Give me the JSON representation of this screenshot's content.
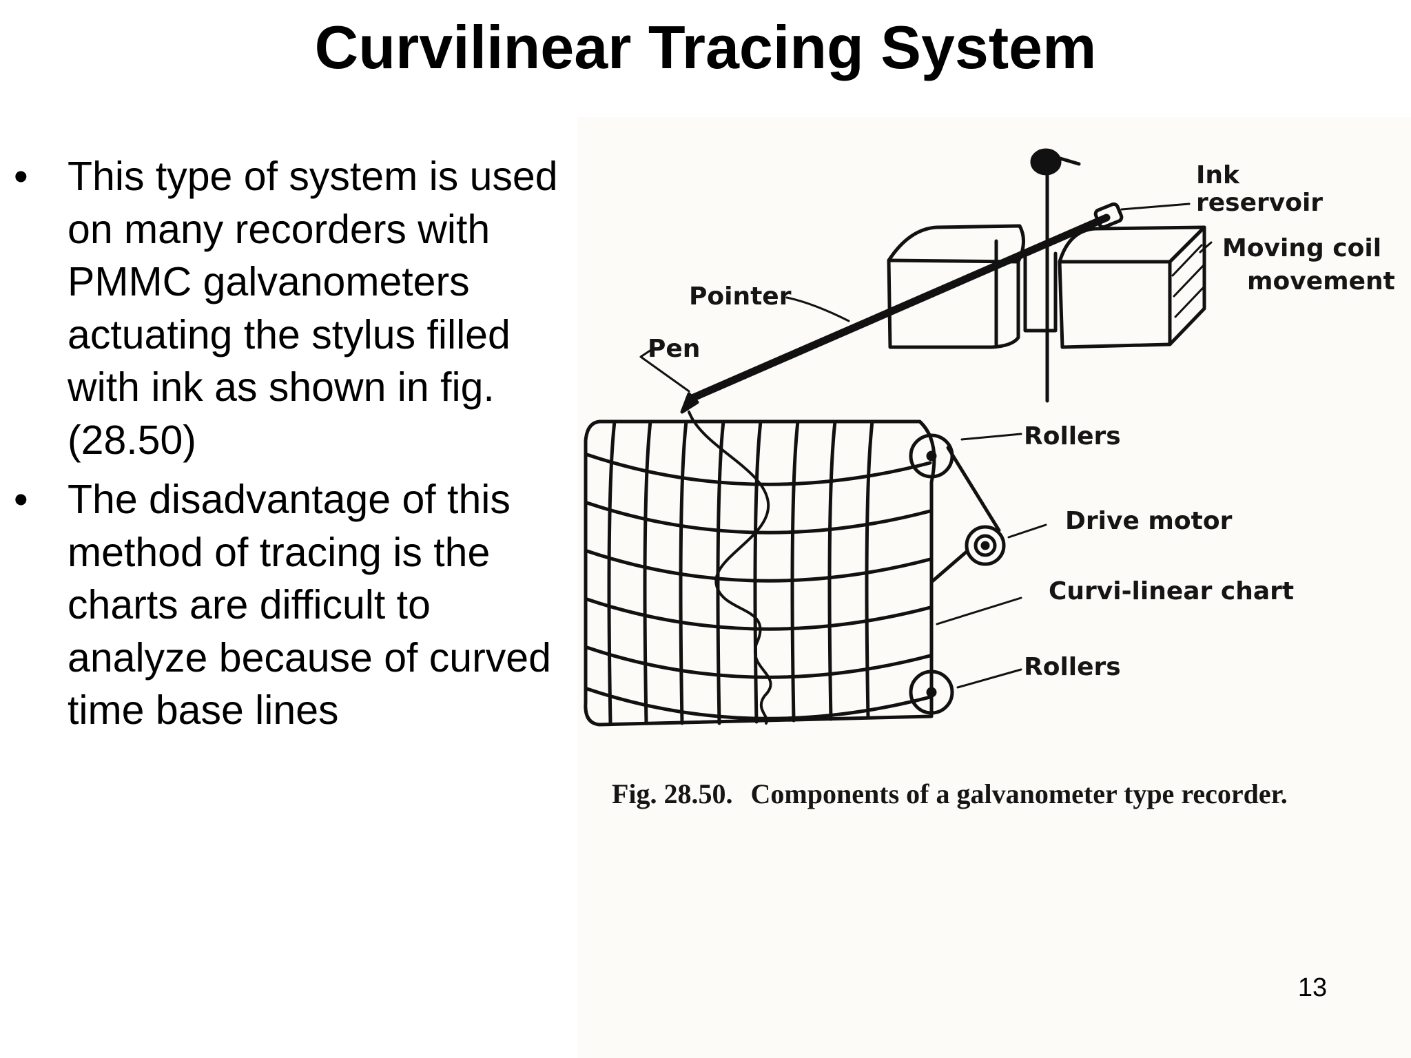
{
  "title": "Curvilinear Tracing System",
  "bullets": [
    "This type of system is used on many recorders with PMMC galvanometers actuating the stylus filled with ink as shown in fig. (28.50)",
    "The disadvantage of this method of tracing is the charts are difficult to analyze because of curved time base lines"
  ],
  "bullet_symbol": "•",
  "figure": {
    "labels": {
      "ink_line1": "Ink",
      "ink_line2": "reservoir",
      "coil_line1": "Moving coil",
      "coil_line2": "movement",
      "pointer": "Pointer",
      "pen": "Pen",
      "rollers_top": "Rollers",
      "drive_motor": "Drive motor",
      "chart": "Curvi-linear chart",
      "rollers_bottom": "Rollers"
    },
    "caption_fig": "Fig. 28.50.",
    "caption_text": "Components of a galvanometer type recorder."
  },
  "page_number": "13"
}
